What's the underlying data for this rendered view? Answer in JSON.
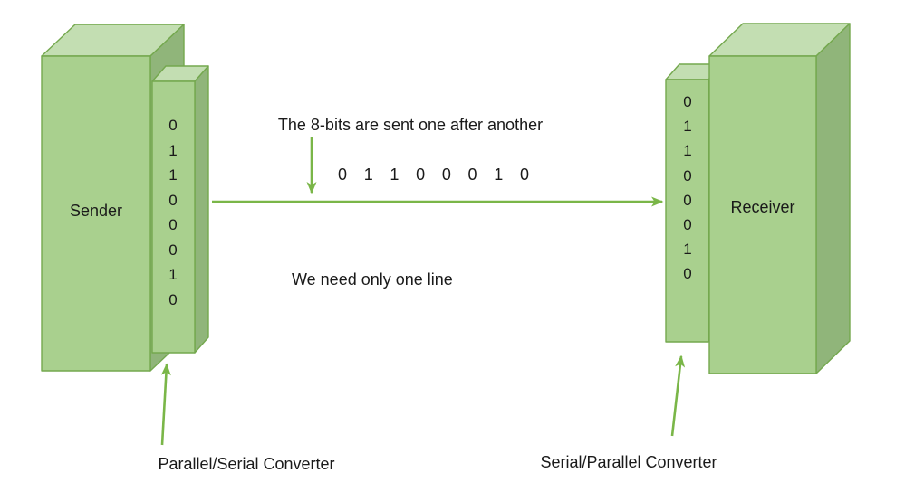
{
  "title": "Serial transmission diagram",
  "colors": {
    "box_front": "#a9d08e",
    "box_top": "#c3deb2",
    "box_side": "#90b57a",
    "box_stroke": "#74a84e",
    "arrow_green": "#7ab648",
    "text": "#1a1a1a",
    "background": "#ffffff"
  },
  "sender": {
    "label": "Sender",
    "bits": [
      "0",
      "1",
      "1",
      "0",
      "0",
      "0",
      "1",
      "0"
    ],
    "converter_label": "Parallel/Serial Converter"
  },
  "receiver": {
    "label": "Receiver",
    "bits": [
      "0",
      "1",
      "1",
      "0",
      "0",
      "0",
      "1",
      "0"
    ],
    "converter_label": "Serial/Parallel Converter"
  },
  "channel": {
    "caption_top": "The 8-bits are sent one after another",
    "serial_bits": "0 1 1 0 0 0 1 0",
    "caption_bottom": "We need only one line"
  }
}
